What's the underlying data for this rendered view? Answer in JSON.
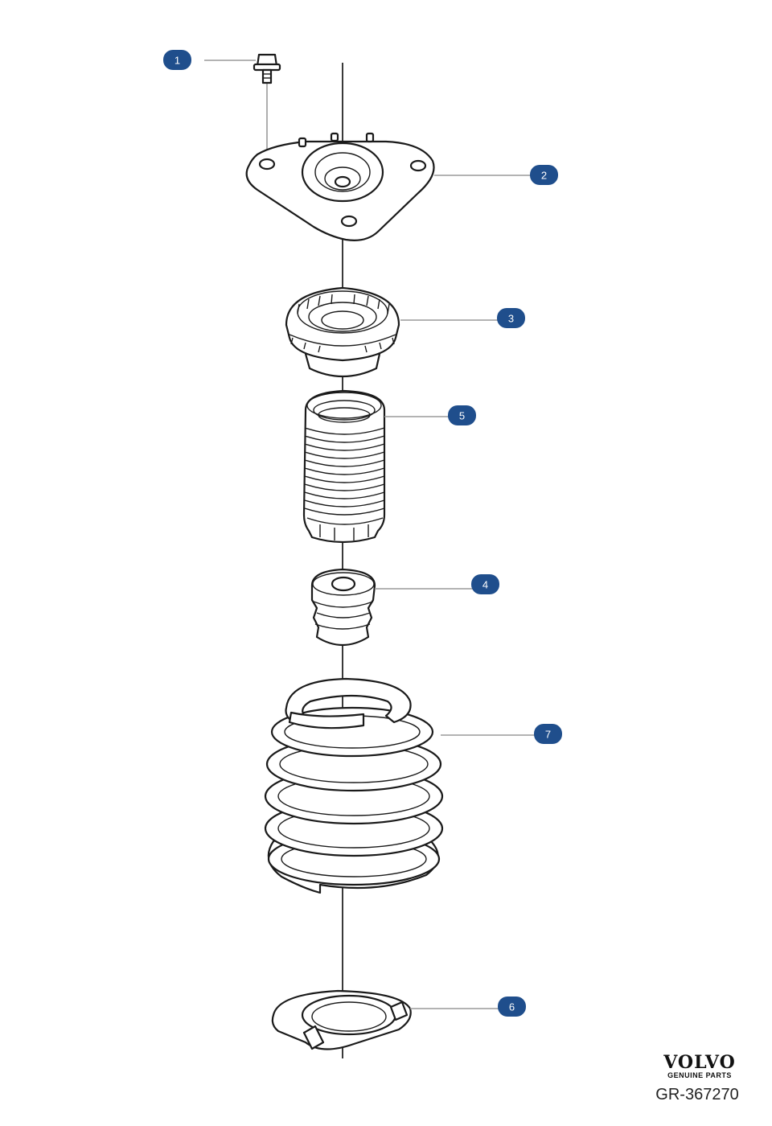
{
  "callouts": [
    {
      "id": "1",
      "label": "1"
    },
    {
      "id": "2",
      "label": "2"
    },
    {
      "id": "3",
      "label": "3"
    },
    {
      "id": "5",
      "label": "5"
    },
    {
      "id": "4",
      "label": "4"
    },
    {
      "id": "7",
      "label": "7"
    },
    {
      "id": "6",
      "label": "6"
    }
  ],
  "branding": {
    "brand": "VOLVO",
    "tagline": "GENUINE PARTS",
    "reference": "GR-367270"
  },
  "colors": {
    "callout_fill": "#1f4e8c",
    "callout_text": "#ffffff",
    "line": "#1a1a1a"
  }
}
